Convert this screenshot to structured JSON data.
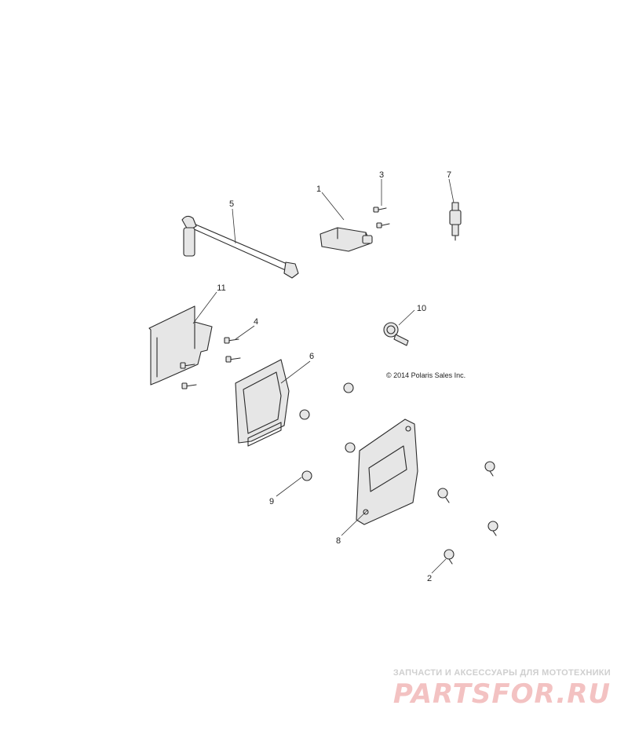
{
  "diagram": {
    "callouts": [
      "1",
      "2",
      "3",
      "4",
      "5",
      "6",
      "7",
      "8",
      "9",
      "10",
      "11"
    ],
    "copyright": "© 2014 Polaris Sales Inc."
  },
  "watermark": {
    "caption": "ЗАПЧАСТИ И АКСЕССУАРЫ ДЛЯ МОТОТЕХНИКИ",
    "logo": "PARTSFOR.RU"
  }
}
